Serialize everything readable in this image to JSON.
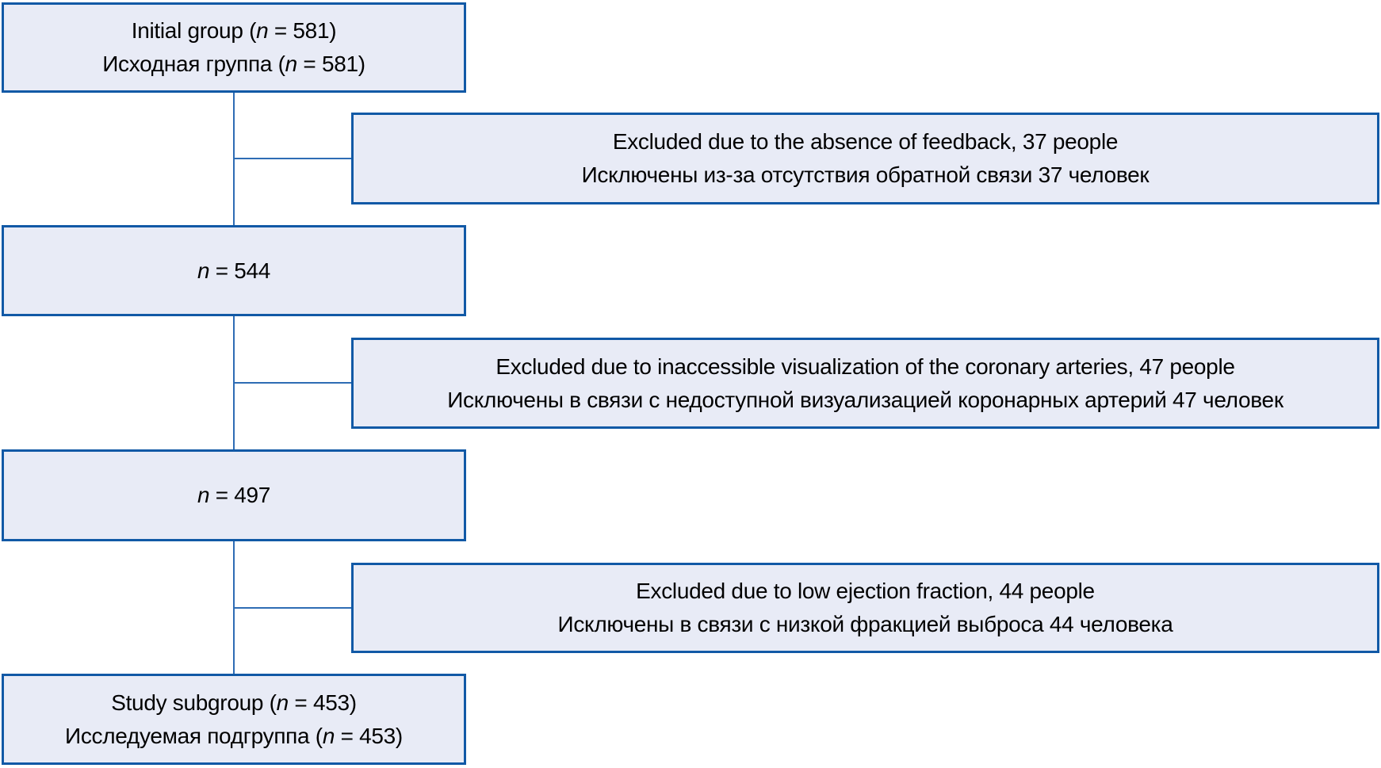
{
  "colors": {
    "box_fill": "#e8ebf6",
    "box_border": "#1159a6",
    "connector": "#2e6cb4",
    "text": "#000000"
  },
  "boxes": {
    "initial": {
      "en": {
        "pre": "Initial group (",
        "var": "n",
        "post": " = 581)"
      },
      "ru": {
        "pre": "Исходная группа (",
        "var": "n",
        "post": " = 581)"
      }
    },
    "excluded_feedback": {
      "en": "Excluded due to the absence of feedback, 37 people",
      "ru": "Исключены из-за отсутствия обратной связи 37 человек"
    },
    "n544": {
      "var": "n",
      "rest": " = 544"
    },
    "excluded_visualization": {
      "en": "Excluded due to inaccessible visualization of the coronary arteries, 47 people",
      "ru": "Исключены в связи с недоступной визуализацией коронарных артерий 47 человек"
    },
    "n497": {
      "var": "n",
      "rest": " = 497"
    },
    "excluded_ejection": {
      "en": "Excluded due to low ejection fraction, 44 people",
      "ru": "Исключены в связи с низкой фракцией выброса 44 человека"
    },
    "study": {
      "en": {
        "pre": "Study subgroup (",
        "var": "n",
        "post": " = 453)"
      },
      "ru": {
        "pre": "Исследуемая подгруппа (",
        "var": "n",
        "post": " = 453)"
      }
    }
  }
}
